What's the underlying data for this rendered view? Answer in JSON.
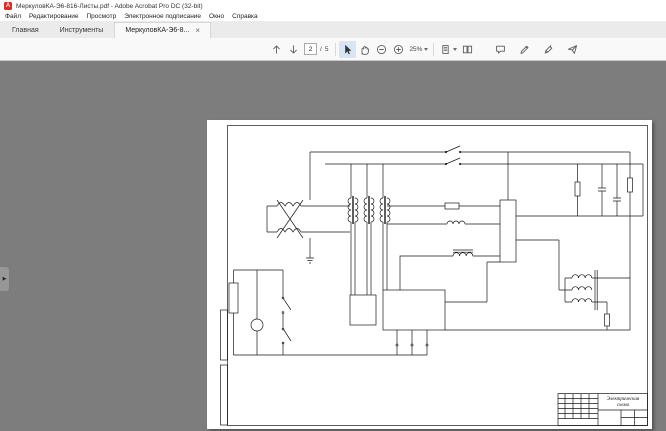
{
  "window": {
    "title": "МеркуловКА-Э6-816-Листы.pdf - Adobe Acrobat Pro DC (32-bit)",
    "app_icon_letter": "A"
  },
  "menubar": {
    "items": [
      "Файл",
      "Редактирование",
      "Просмотр",
      "Электронное подписание",
      "Окно",
      "Справка"
    ]
  },
  "tabbar": {
    "tabs": [
      {
        "label": "Главная"
      },
      {
        "label": "Инструменты"
      },
      {
        "label": "МеркуловКА-Э6-8...",
        "close": "×"
      }
    ]
  },
  "toolbar": {
    "page_nav": {
      "current": "2",
      "separator": "/",
      "total": "5"
    },
    "zoom": {
      "level": "25%"
    },
    "icons": [
      "previous-page",
      "next-page",
      "select-tool",
      "hand-tool",
      "zoom-out",
      "zoom-in",
      "page-display",
      "two-page-view",
      "comment",
      "fill-sign-pencil",
      "sign-pen",
      "share"
    ]
  },
  "content": {
    "panel_toggle_arrow": "▶"
  },
  "document": {
    "title_block": {
      "name_line1": "Электрическая",
      "name_line2": "схема"
    }
  }
}
